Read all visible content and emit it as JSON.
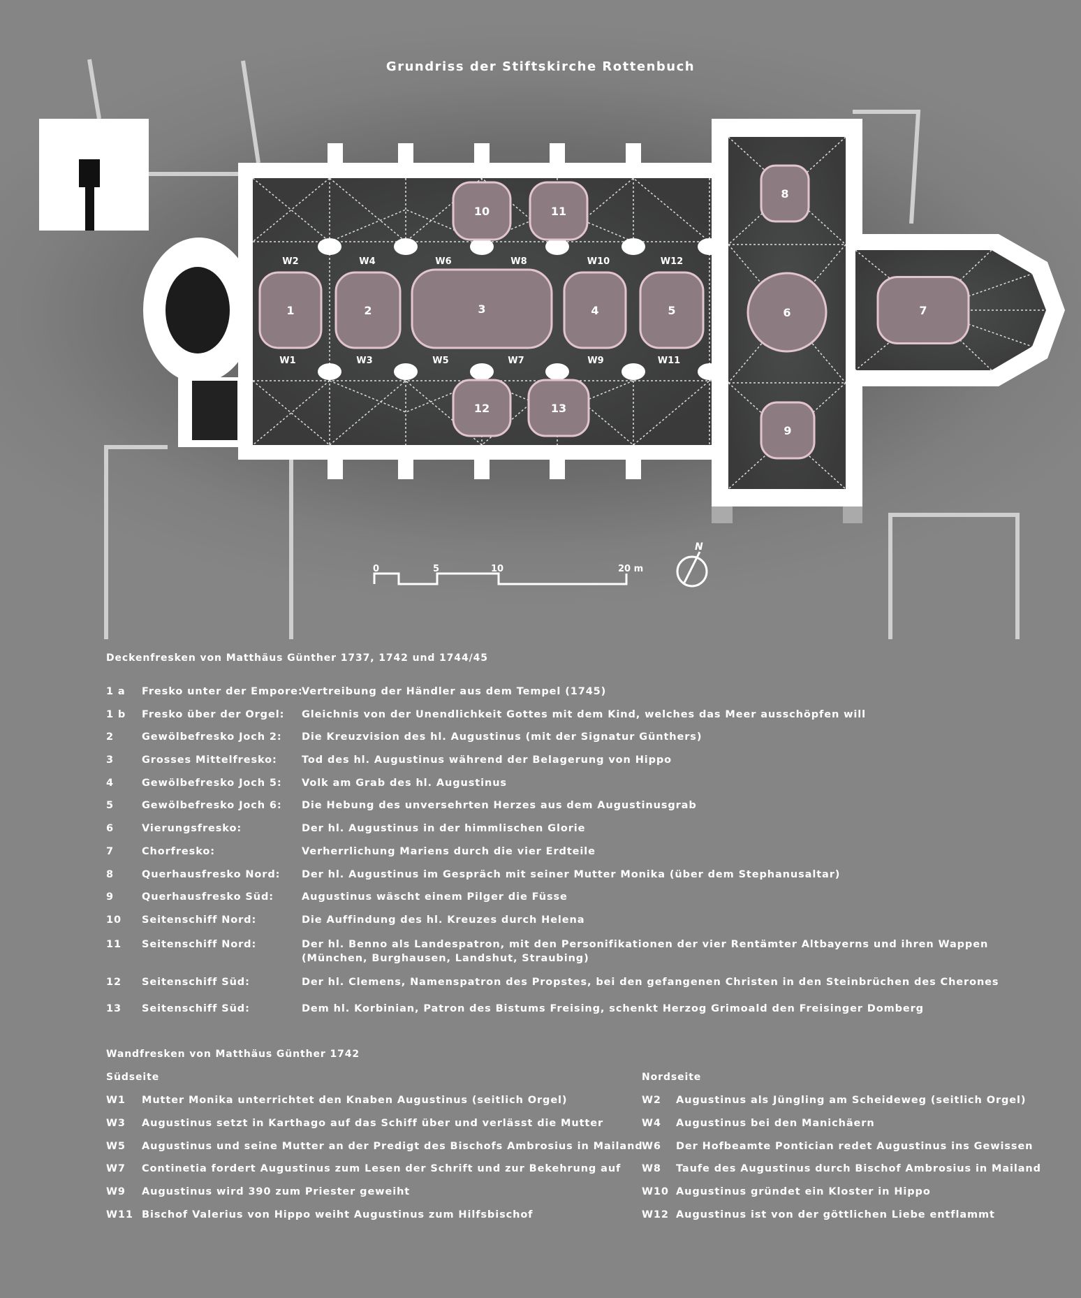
{
  "title": "Grundriss der Stiftskirche Rottenbuch",
  "plan": {
    "fresco_numbers": [
      "1",
      "2",
      "3",
      "4",
      "5",
      "6",
      "7",
      "8",
      "9",
      "10",
      "11",
      "12",
      "13"
    ],
    "wall_labels_north": [
      "W2",
      "W4",
      "W6",
      "W8",
      "W10",
      "W12"
    ],
    "wall_labels_south": [
      "W1",
      "W3",
      "W5",
      "W7",
      "W9",
      "W11"
    ],
    "scale_labels": [
      "0",
      "5",
      "10",
      "20 m"
    ],
    "north_label": "N",
    "fresco_fill": "#8c7c82",
    "fresco_outline": "#e2c4cc"
  },
  "ceiling": {
    "heading": "Deckenfresken von Matthäus Günther 1737, 1742 und 1744/45",
    "rows": [
      {
        "num": "1 a",
        "place": "Fresko unter der Empore:",
        "desc": "Vertreibung der Händler aus dem Tempel (1745)"
      },
      {
        "num": "1 b",
        "place": "Fresko über der Orgel:",
        "desc": "Gleichnis von der Unendlichkeit Gottes mit dem Kind, welches das Meer ausschöpfen will"
      },
      {
        "num": "2",
        "place": "Gewölbefresko Joch 2:",
        "desc": "Die Kreuzvision des hl. Augustinus (mit der Signatur Günthers)"
      },
      {
        "num": "3",
        "place": "Grosses Mittelfresko:",
        "desc": "Tod des hl. Augustinus während der Belagerung von Hippo"
      },
      {
        "num": "4",
        "place": "Gewölbefresko Joch 5:",
        "desc": "Volk am Grab des hl. Augustinus"
      },
      {
        "num": "5",
        "place": "Gewölbefresko Joch 6:",
        "desc": "Die Hebung des unversehrten Herzes aus dem Augustinusgrab"
      },
      {
        "num": "6",
        "place": "Vierungsfresko:",
        "desc": "Der hl. Augustinus in der himmlischen Glorie"
      },
      {
        "num": "7",
        "place": "Chorfresko:",
        "desc": "Verherrlichung Mariens durch die vier Erdteile"
      },
      {
        "num": "8",
        "place": "Querhausfresko Nord:",
        "desc": "Der hl. Augustinus im Gespräch mit seiner Mutter Monika (über dem Stephanusaltar)"
      },
      {
        "num": "9",
        "place": "Querhausfresko Süd:",
        "desc": "Augustinus wäscht einem Pilger die Füsse"
      },
      {
        "num": "10",
        "place": "Seitenschiff Nord:",
        "desc": "Die Auffindung des hl. Kreuzes durch Helena"
      },
      {
        "num": "11",
        "place": "Seitenschiff Nord:",
        "desc": "Der hl. Benno als Landespatron, mit den Personifikationen der vier Rentämter Altbayerns und ihren Wappen",
        "desc2": "(München, Burghausen, Landshut, Straubing)"
      },
      {
        "num": "12",
        "place": "Seitenschiff Süd:",
        "desc": "Der hl. Clemens, Namenspatron des Propstes, bei den gefangenen Christen in den Steinbrüchen des Cherones"
      },
      {
        "num": "13",
        "place": "Seitenschiff Süd:",
        "desc": "Dem hl. Korbinian, Patron des Bistums Freising, schenkt Herzog Grimoald den Freisinger Domberg"
      }
    ]
  },
  "wall": {
    "heading": "Wandfresken von Matthäus Günther 1742",
    "south_heading": "Südseite",
    "north_heading": "Nordseite",
    "south": [
      {
        "num": "W1",
        "desc": "Mutter Monika unterrichtet den Knaben Augustinus (seitlich Orgel)"
      },
      {
        "num": "W3",
        "desc": "Augustinus setzt in Karthago auf das Schiff über und verlässt die Mutter"
      },
      {
        "num": "W5",
        "desc": "Augustinus und seine Mutter an der Predigt des Bischofs Ambrosius in Mailand"
      },
      {
        "num": "W7",
        "desc": "Continetia fordert Augustinus zum Lesen der Schrift und zur Bekehrung auf"
      },
      {
        "num": "W9",
        "desc": "Augustinus wird 390 zum Priester geweiht"
      },
      {
        "num": "W11",
        "desc": "Bischof Valerius von Hippo weiht Augustinus zum Hilfsbischof"
      }
    ],
    "north": [
      {
        "num": "W2",
        "desc": "Augustinus als Jüngling am Scheideweg (seitlich Orgel)"
      },
      {
        "num": "W4",
        "desc": "Augustinus bei den Manichäern"
      },
      {
        "num": "W6",
        "desc": "Der Hofbeamte Pontician redet Augustinus ins Gewissen"
      },
      {
        "num": "W8",
        "desc": "Taufe des Augustinus durch Bischof Ambrosius in Mailand"
      },
      {
        "num": "W10",
        "desc": "Augustinus gründet ein Kloster in Hippo"
      },
      {
        "num": "W12",
        "desc": "Augustinus ist von der göttlichen Liebe entflammt"
      }
    ]
  }
}
